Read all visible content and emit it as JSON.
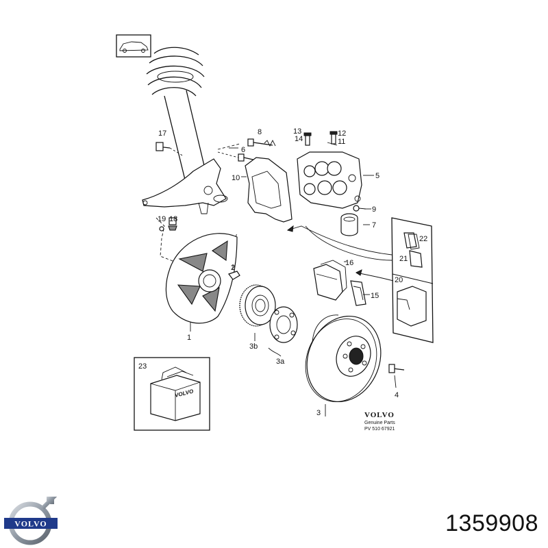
{
  "part_number": "1359908",
  "brand_logo_text": "VOLVO",
  "diagram": {
    "callouts": {
      "c1": "1",
      "c2": "2",
      "c3": "3",
      "c3a": "3a",
      "c3b": "3b",
      "c4": "4",
      "c5": "5",
      "c6": "6",
      "c7": "7",
      "c8": "8",
      "c9": "9",
      "c10": "10",
      "c11": "11",
      "c12": "12",
      "c13": "13",
      "c14": "14",
      "c15": "15",
      "c16": "16",
      "c17": "17",
      "c18": "18",
      "c19": "19",
      "c20": "20",
      "c21": "21",
      "c22": "22",
      "c23": "23"
    },
    "box_brand": "VOLVO",
    "stamp": {
      "brand": "VOLVO",
      "line1": "Genuine Parts",
      "line2": "PV 510 67921"
    }
  }
}
